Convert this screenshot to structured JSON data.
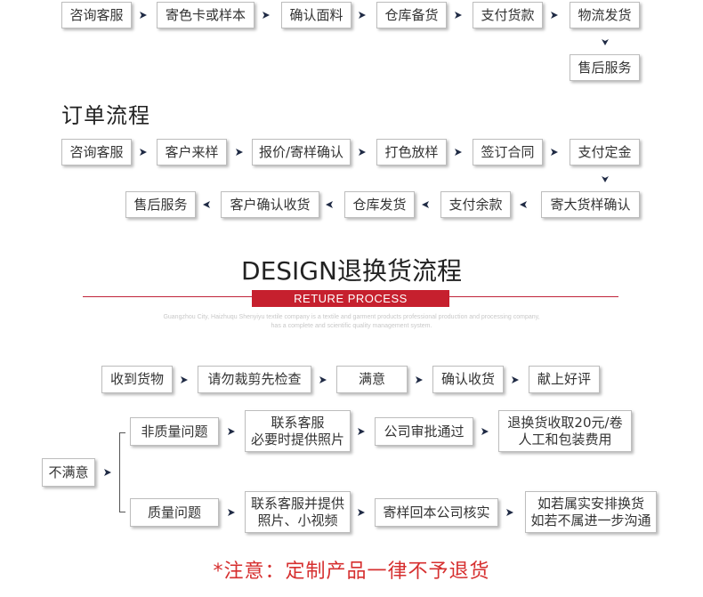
{
  "flow1": [
    "咨询客服",
    "寄色卡或样本",
    "确认面料",
    "仓库备货",
    "支付货款",
    "物流发货",
    "售后服务"
  ],
  "order_title": "订单流程",
  "order_row1": [
    "咨询客服",
    "客户来样",
    "报价/寄样确认",
    "打色放样",
    "签订合同",
    "支付定金"
  ],
  "order_row2": [
    "售后服务",
    "客户确认收货",
    "仓库发货",
    "支付余款",
    "寄大货样确认"
  ],
  "return_section": {
    "title_en": "DESIGN",
    "title_cn": "退换货流程",
    "banner": "RETURE PROCESS",
    "desc_line1": "Guangzhou City, Haizhuqu Shenyiyu textile company is a textile and garment products professional production and processing company,",
    "desc_line2": "has a complete and scientific quality management system."
  },
  "return_row1": [
    "收到货物",
    "请勿裁剪先检查",
    "满意",
    "确认收货",
    "献上好评"
  ],
  "dissatisfied": "不满意",
  "branch_non_quality": {
    "label": "非质量问题",
    "step1_line1": "联系客服",
    "step1_line2": "必要时提供照片",
    "step2": "公司审批通过",
    "step3_line1": "退换货收取20元/卷",
    "step3_line2": "人工和包装费用"
  },
  "branch_quality": {
    "label": "质量问题",
    "step1_line1": "联系客服并提供",
    "step1_line2": "照片、小视频",
    "step2": "寄样回本公司核实",
    "step3_line1": "如若属实安排换货",
    "step3_line2": "如若不属进一步沟通"
  },
  "notice": "*注意：定制产品一律不予退货",
  "colors": {
    "accent_red": "#c6202e",
    "notice_red": "#d62f2f",
    "arrow": "#1f2a44",
    "text": "#333333"
  },
  "icons": {
    "arrow_right": "chevron-right-icon",
    "arrow_left": "chevron-left-icon",
    "arrow_down": "chevron-down-icon"
  }
}
